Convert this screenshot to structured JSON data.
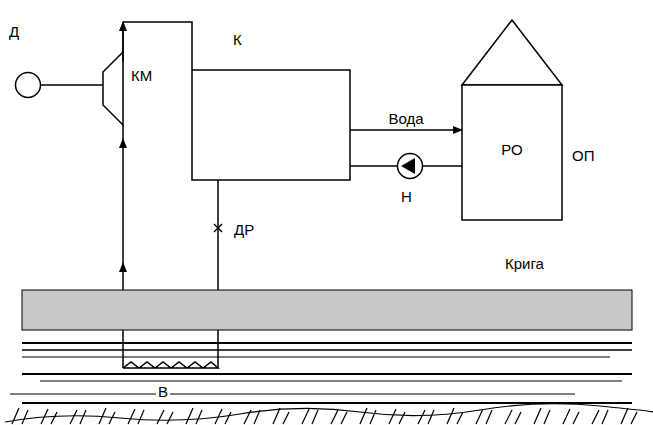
{
  "diagram": {
    "nodes": [
      {
        "text": [
          "Д"
        ]
      },
      {
        "text": [
          "КМ"
        ]
      },
      {
        "text": [
          "К"
        ]
      },
      {
        "text": [
          "Н"
        ]
      },
      {
        "text": [
          "РО",
          "ОП"
        ]
      }
    ],
    "edges": [
      {
        "from": 0,
        "to": 1,
        "arrow": "none"
      },
      {
        "from": 1,
        "to": 2,
        "arrow": "to"
      },
      {
        "from": 2,
        "to": 4,
        "label": "Вода",
        "arrow": "to"
      },
      {
        "from": 4,
        "to": 3,
        "arrow": "none"
      },
      {
        "from": 3,
        "to": 2,
        "arrow": "none"
      }
    ],
    "labels": [
      "ДР",
      "Крига",
      "В"
    ]
  }
}
